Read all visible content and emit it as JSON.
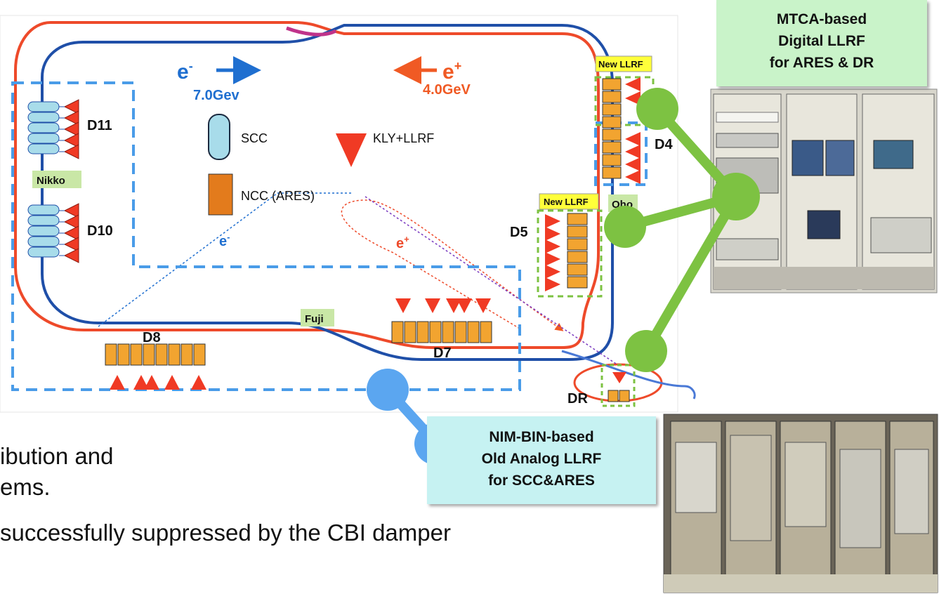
{
  "beams": {
    "electron": {
      "symbol": "e",
      "sup": "-",
      "energy": "7.0Gev",
      "color": "#1f6fd0"
    },
    "positron": {
      "symbol": "e",
      "sup": "+",
      "energy": "4.0GeV",
      "color": "#f05a24"
    }
  },
  "legend": {
    "scc": "SCC",
    "ncc": "NCC (ARES)",
    "kly": "KLY+LLRF"
  },
  "sections": {
    "d11": "D11",
    "d10": "D10",
    "d8": "D8",
    "d7": "D7",
    "d5": "D5",
    "d4": "D4",
    "dr": "DR"
  },
  "areas": {
    "nikko": "Nikko",
    "fuji": "Fuji",
    "oho": "Oho"
  },
  "tags": {
    "new_llrf_top": "New LLRF",
    "new_llrf_mid": "New LLRF"
  },
  "injection": {
    "electron": "e",
    "electron_sup": "-",
    "positron": "e",
    "positron_sup": "+"
  },
  "callouts": {
    "mtca": {
      "line1": "MTCA-based",
      "line2": "Digital LLRF",
      "line3": "for ARES & DR"
    },
    "nim": {
      "line1": "NIM-BIN-based",
      "line2": "Old Analog LLRF",
      "line3": "for SCC&ARES"
    }
  },
  "body_text": {
    "line1": "ibution and",
    "line2": "ems.",
    "line3": "successfully suppressed by the CBI damper"
  },
  "colors": {
    "ring_her": "#1f4fa8",
    "ring_ler": "#ee4a2a",
    "area_box": "#4a9ce8",
    "green_connector": "#7dc242",
    "blue_connector": "#5ba6f0",
    "ncc_orange": "#f2a430",
    "scc_cyan": "#a8dcea",
    "kly_red": "#f03a24",
    "green_callout": "#c9f3c9",
    "cyan_callout": "#c6f2f2",
    "tag_yellow": "#ffff3a",
    "label_green": "#c9e7a6"
  }
}
